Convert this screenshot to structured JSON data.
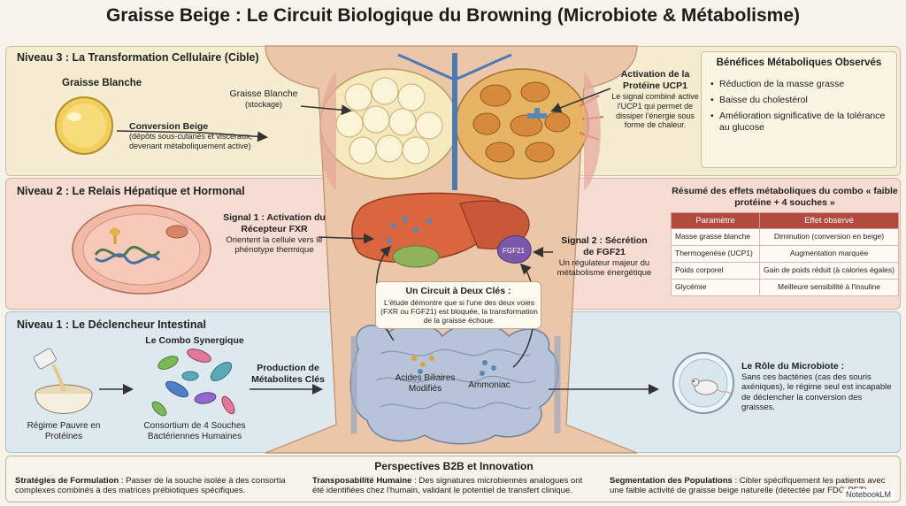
{
  "title": "Graisse Beige : Le Circuit Biologique du Browning (Microbiote & Métabolisme)",
  "level3": {
    "label": "Niveau 3 : La Transformation Cellulaire (Cible)",
    "white_fat_title": "Graisse Blanche",
    "conversion_title": "Conversion Beige",
    "conversion_desc": "(dépôts sous-cutanés et viscéraux, devenant métaboliquement active)",
    "storage_title": "Graisse Blanche",
    "storage_sub": "(stockage)",
    "ucp1_title": "Activation de la Protéine UCP1",
    "ucp1_desc": "Le signal combiné active l'UCP1 qui permet de dissiper l'énergie sous forme de chaleur."
  },
  "benefits": {
    "title": "Bénéfices Métaboliques Observés",
    "items": [
      "Réduction de la masse grasse",
      "Baisse du cholestérol",
      "Amélioration significative de la tolérance au glucose"
    ]
  },
  "level2": {
    "label": "Niveau 2 : Le Relais Hépatique et Hormonal",
    "signal1_title": "Signal 1 : Activation du Récepteur FXR",
    "signal1_desc": "Orientent la cellule vers le phénotype thermique",
    "signal2_title": "Signal 2 : Sécrétion de FGF21",
    "signal2_desc": "Un régulateur majeur du métabolisme énergétique",
    "fgf21_tag": "FGF21"
  },
  "summary": {
    "title": "Résumé des effets métaboliques du combo « faible protéine + 4 souches »",
    "headers": [
      "Paramètre",
      "Effet observé"
    ],
    "rows": [
      [
        "Masse grasse blanche",
        "Diminution (conversion en beige)"
      ],
      [
        "Thermogenèse (UCP1)",
        "Augmentation marquée"
      ],
      [
        "Poids corporel",
        "Gain de poids réduit (à calories égales)"
      ],
      [
        "Glycémie",
        "Meilleure sensibilité à l'insuline"
      ]
    ]
  },
  "keybox": {
    "title": "Un Circuit à Deux Clés :",
    "desc": "L'étude démontre que si l'une des deux voies (FXR ou FGF21) est bloquée, la transformation de la graisse échoue."
  },
  "level1": {
    "label": "Niveau 1 : Le Déclencheur Intestinal",
    "diet_label": "Régime Pauvre en Protéines",
    "combo_title": "Le Combo Synergique",
    "consortium_label": "Consortium de 4 Souches Bactériennes Humaines",
    "production_title": "Production de Métabolites Clés",
    "bile_acids": "Acides Biliaires Modifiés",
    "ammonia": "Ammoniac",
    "microbiota_title": "Le Rôle du Microbiote :",
    "microbiota_desc": "Sans ces bactéries (cas des souris axéniques), le régime seul est incapable de déclencher la conversion des graisses."
  },
  "footer": {
    "title": "Perspectives B2B et Innovation",
    "col1_key": "Stratégies de Formulation",
    "col1_text": " : Passer de la souche isolée à des consortia complexes combinés à des matrices prébiotiques spécifiques.",
    "col2_key": "Transposabilité Humaine",
    "col2_text": " : Des signatures microbiennes analogues ont été identifiées chez l'humain, validant le potentiel de transfert clinique.",
    "col3_key": "Segmentation des Populations",
    "col3_text": " : Cibler spécifiquement les patients avec une faible activité de graisse beige naturelle (détectée par FDG-PET).",
    "brand": "NotebookLM"
  },
  "colors": {
    "liver": "#d9663f",
    "fat_white": "#f5e9bd",
    "fat_beige": "#e2a64d",
    "intestine": "#a9b8cf",
    "header_red": "#b24b3e"
  }
}
